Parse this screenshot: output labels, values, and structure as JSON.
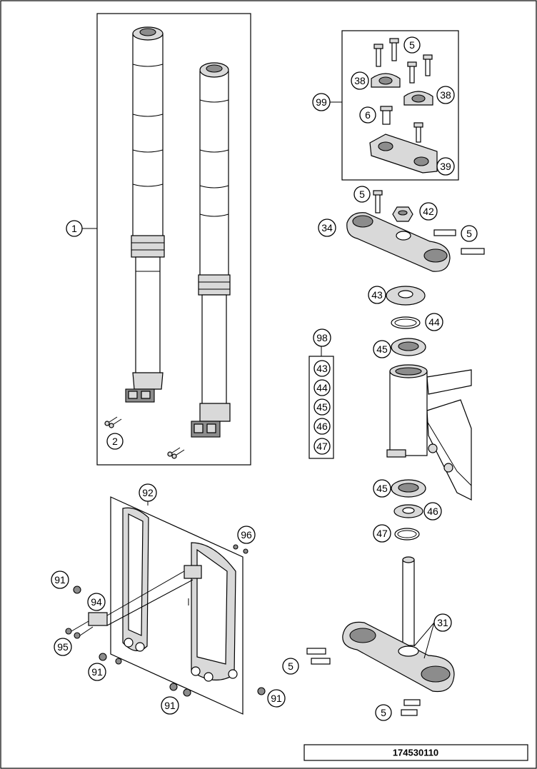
{
  "callouts": {
    "c1": "1",
    "c2": "2",
    "c99": "99",
    "c5a": "5",
    "c38a": "38",
    "c38b": "38",
    "c6": "6",
    "c39": "39",
    "c5b": "5",
    "c42": "42",
    "c34": "34",
    "c5c": "5",
    "c43a": "43",
    "c44a": "44",
    "c45a": "45",
    "c98": "98",
    "k43": "43",
    "k44": "44",
    "k45": "45",
    "k46": "46",
    "k47": "47",
    "c45b": "45",
    "c46": "46",
    "c47": "47",
    "c92": "92",
    "c96": "96",
    "c91a": "91",
    "c94": "94",
    "c95": "95",
    "c91b": "91",
    "c91c": "91",
    "c91d": "91",
    "c31": "31",
    "c5d": "5",
    "c5e": "5"
  },
  "document_number": "174530110",
  "colors": {
    "line": "#000000",
    "part_fill": "#ffffff",
    "shade": "#d9d9d9",
    "dark_shade": "#8c8c8c"
  }
}
